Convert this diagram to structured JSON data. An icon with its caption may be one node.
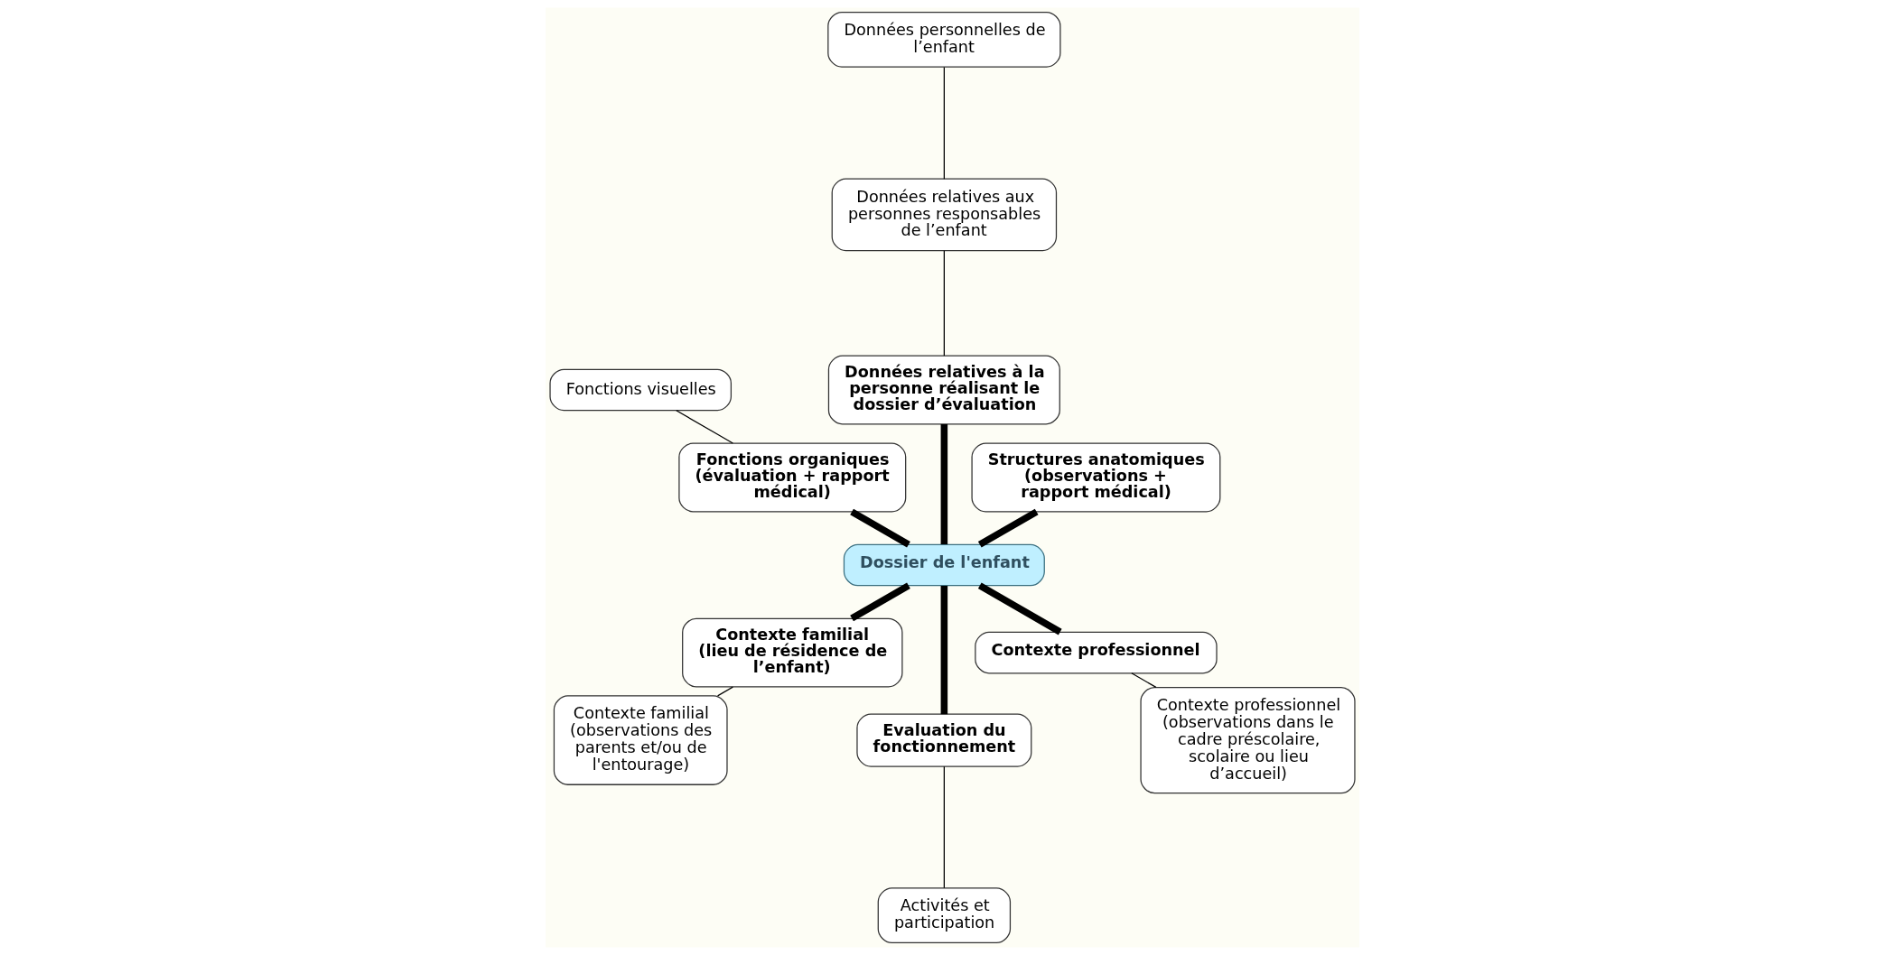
{
  "diagram": {
    "nodes": [
      {
        "text": [
          "Dossier de l'enfant"
        ]
      },
      {
        "text": [
          "Structures anatomiques (observations + rapport médical)"
        ]
      },
      {
        "text": [
          "Données relatives à la personne réalisant le dossier d’évaluation"
        ]
      },
      {
        "text": [
          "Données relatives aux personnes responsables de l’enfant"
        ]
      },
      {
        "text": [
          "Données personnelles de l’enfant"
        ]
      },
      {
        "text": [
          "Fonctions organiques (évaluation + rapport médical)"
        ]
      },
      {
        "text": [
          "Fonctions visuelles"
        ]
      },
      {
        "text": [
          "Contexte familial (lieu de résidence de l’enfant)"
        ]
      },
      {
        "text": [
          "Contexte familial (observations des parents et/ou de l'entourage)"
        ]
      },
      {
        "text": [
          "Evaluation du fonctionnement"
        ]
      },
      {
        "text": [
          "Activités et participation"
        ]
      },
      {
        "text": [
          "Contexte professionnel"
        ]
      },
      {
        "text": [
          "Contexte professionnel (observations dans le cadre préscolaire, scolaire ou lieu d’accueil)"
        ]
      }
    ],
    "edges": [
      {
        "from": 0,
        "to": 1,
        "arrow": "none",
        "style": "thick"
      },
      {
        "from": 0,
        "to": 2,
        "arrow": "none",
        "style": "thick"
      },
      {
        "from": 2,
        "to": 3,
        "arrow": "none"
      },
      {
        "from": 3,
        "to": 4,
        "arrow": "none"
      },
      {
        "from": 0,
        "to": 5,
        "arrow": "none",
        "style": "thick"
      },
      {
        "from": 5,
        "to": 6,
        "arrow": "none"
      },
      {
        "from": 0,
        "to": 7,
        "arrow": "none",
        "style": "thick"
      },
      {
        "from": 7,
        "to": 8,
        "arrow": "none"
      },
      {
        "from": 0,
        "to": 9,
        "arrow": "none",
        "style": "thick"
      },
      {
        "from": 9,
        "to": 10,
        "arrow": "none"
      },
      {
        "from": 0,
        "to": 11,
        "arrow": "none",
        "style": "thick"
      },
      {
        "from": 11,
        "to": 12,
        "arrow": "none"
      }
    ]
  }
}
